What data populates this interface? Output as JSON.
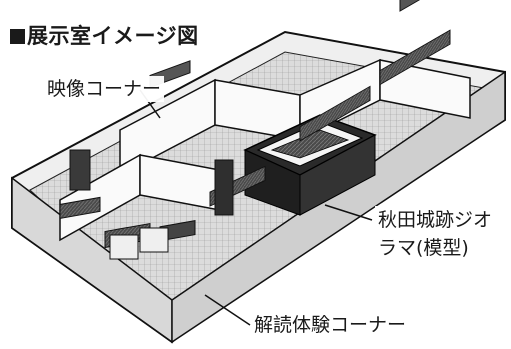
{
  "title": "展示室イメージ図",
  "labels": {
    "video": "映像コーナー",
    "diorama_line1": "秋田城跡ジオ",
    "diorama_line2": "ラマ(模型)",
    "reading": "解読体験コーナー"
  },
  "colors": {
    "ink": "#1a1a1a",
    "floor_dark": "#3a3a3a",
    "wall_light": "#f2f2f2"
  }
}
